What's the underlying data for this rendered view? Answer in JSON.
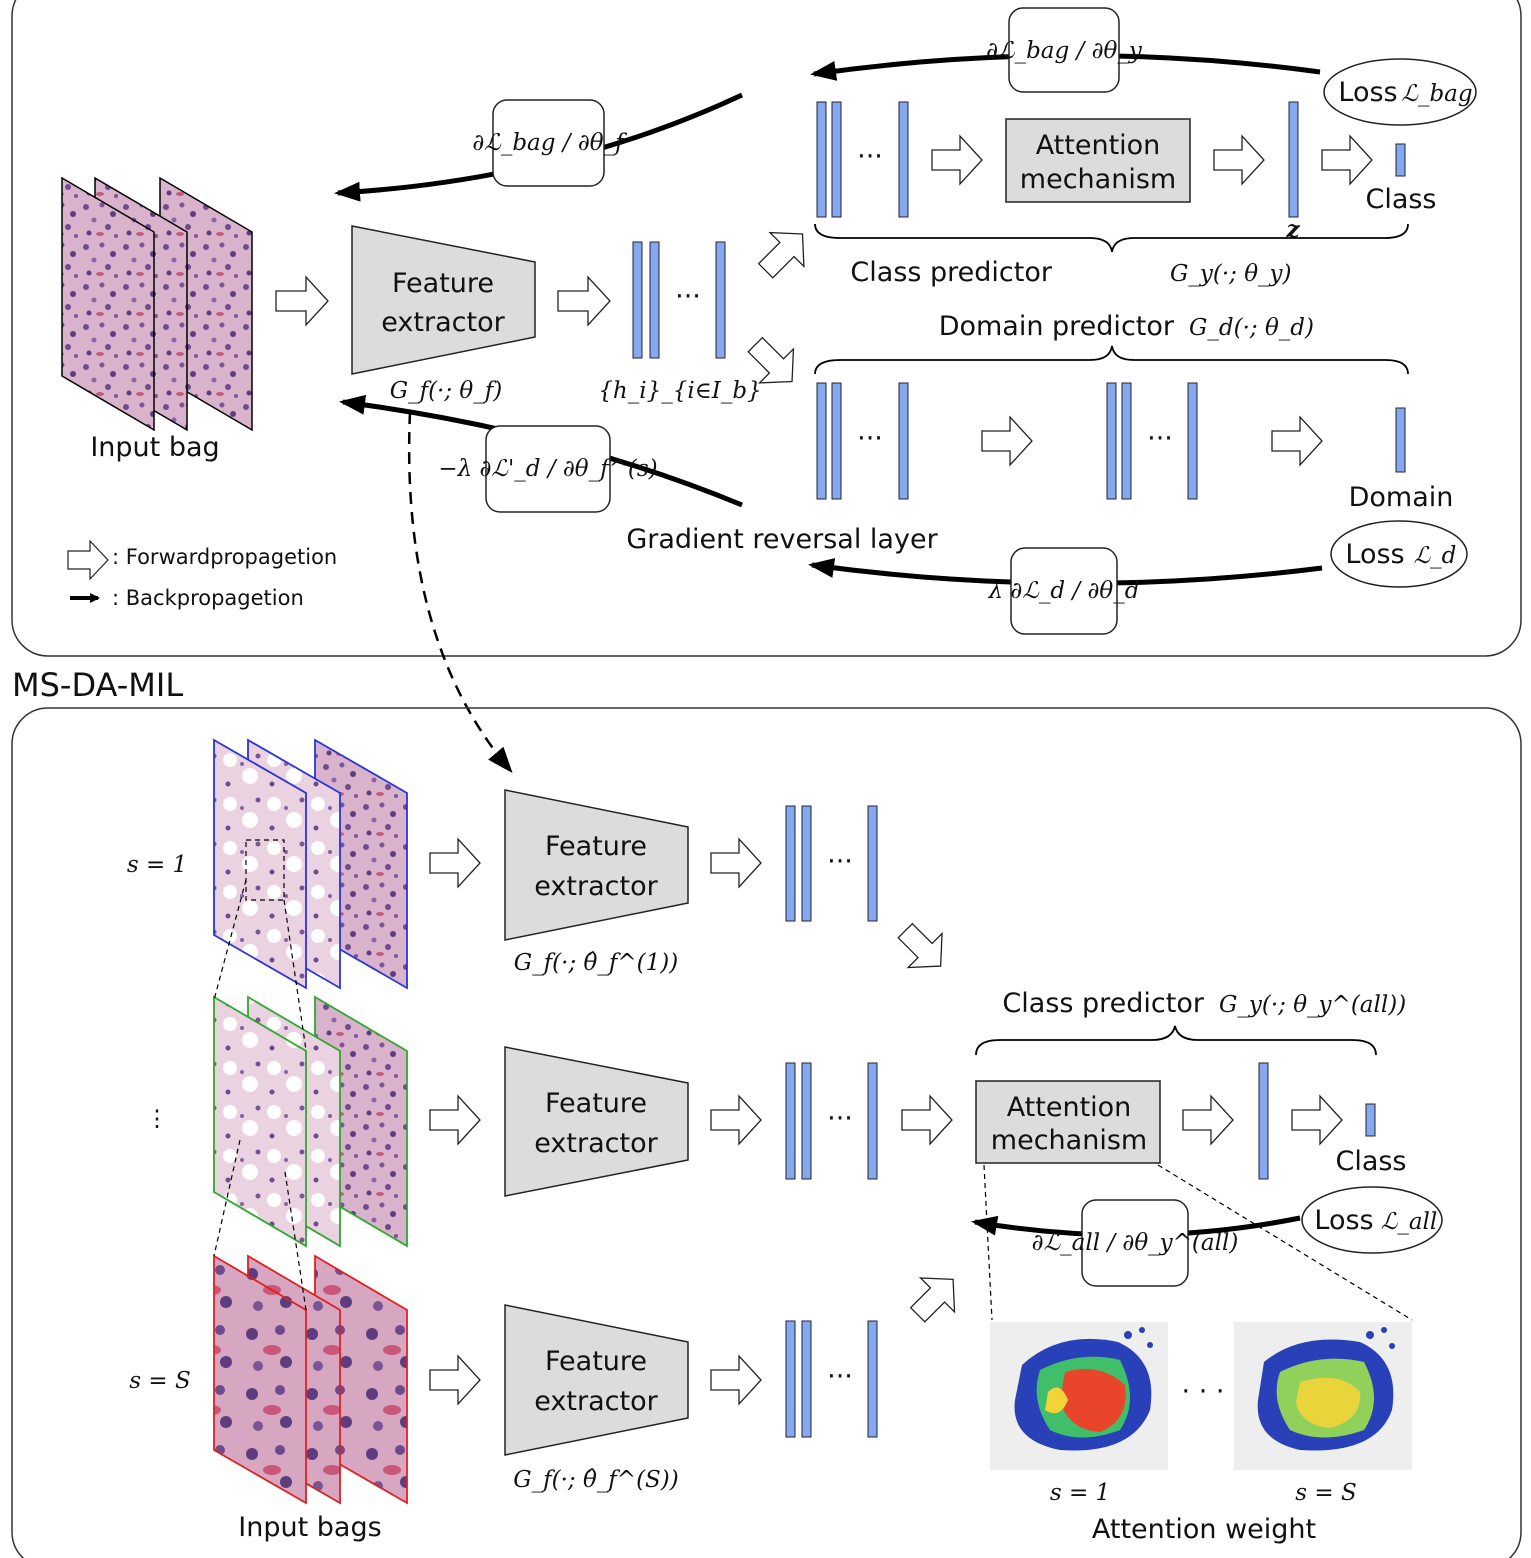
{
  "top_panel": {
    "input_bag_label": "Input bag",
    "feature_extractor": {
      "line1": "Feature",
      "line2": "extractor",
      "symbol": "G_f(·; θ_f)"
    },
    "features_symbol": "{h_i}_{i∈I_b}",
    "ellipsis": "···",
    "class_predictor": {
      "attention_line1": "Attention",
      "attention_line2": "mechanism",
      "z_symbol": "z",
      "output_label": "Class",
      "label": "Class predictor",
      "symbol": "G_y(·; θ_y)",
      "loss_word": "Loss",
      "loss_symbol": "ℒ_bag",
      "grad_to_class": "∂ℒ_bag / ∂θ_y",
      "grad_to_extractor": "∂ℒ_bag / ∂θ_f"
    },
    "domain_predictor": {
      "label": "Domain predictor",
      "symbol": "G_d(·; θ_d)",
      "output_label": "Domain",
      "loss_word": "Loss",
      "loss_symbol": "ℒ_d",
      "grad_to_domain": "λ ∂ℒ_d / ∂θ_d",
      "grad_reversed": "−λ ∂ℒ'_d / ∂θ_f^(s)",
      "grl_label": "Gradient reversal layer"
    },
    "legend": {
      "forward": ": Forwardpropagetion",
      "backward": ": Backpropagetion"
    }
  },
  "bottom_panel": {
    "title": "MS-DA-MIL",
    "rows": [
      {
        "scale": "s = 1",
        "fe_line1": "Feature",
        "fe_line2": "extractor",
        "fe_symbol": "G_f(·; θ̂_f^(1))",
        "frame_color": "#2a35d8"
      },
      {
        "scale": "⋮",
        "fe_line1": "Feature",
        "fe_line2": "extractor",
        "fe_symbol": "",
        "frame_color": "#2fa82f"
      },
      {
        "scale": "s = S",
        "fe_line1": "Feature",
        "fe_line2": "extractor",
        "fe_symbol": "G_f(·; θ̂_f^(S))",
        "frame_color": "#e02020"
      }
    ],
    "input_bags_label": "Input bags",
    "ellipsis": "···",
    "class_predictor": {
      "label": "Class predictor",
      "symbol": "G_y(·; θ_y^(all))",
      "attention_line1": "Attention",
      "attention_line2": "mechanism",
      "output_label": "Class",
      "loss_word": "Loss",
      "loss_symbol": "ℒ_all",
      "grad": "∂ℒ_all / ∂θ_y^(all)"
    },
    "attention_weight": {
      "label": "Attention weight",
      "left_scale": "s = 1",
      "right_scale": "s = S",
      "dots": "· · ·"
    }
  },
  "colors": {
    "feature_bar": "#86a8ef",
    "box_fill": "#dcdcdc",
    "panel_border": "#333333",
    "tissue_pink": "#d9a3bd",
    "tissue_purple": "#6e4a8f"
  }
}
